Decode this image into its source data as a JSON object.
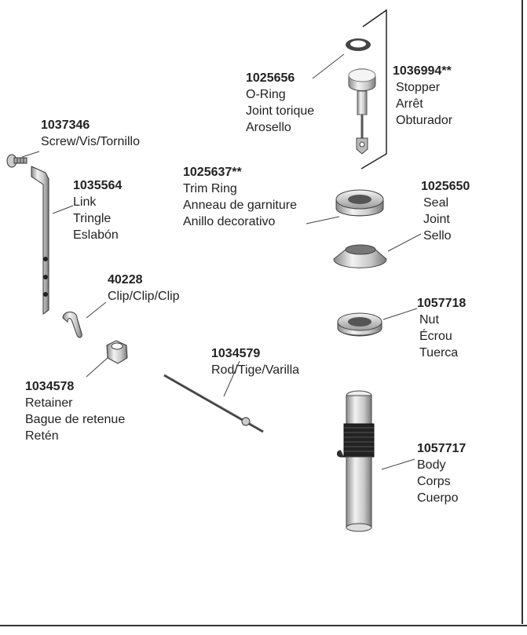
{
  "parts": [
    {
      "id": "o-ring",
      "number": "1025656",
      "names": [
        "O-Ring",
        "Joint torique",
        "Arosello"
      ]
    },
    {
      "id": "stopper",
      "number": "1036994**",
      "names": [
        "Stopper",
        "Arrêt",
        "Obturador"
      ]
    },
    {
      "id": "screw",
      "number": "1037346",
      "names": [
        "Screw/Vis/Tornillo"
      ]
    },
    {
      "id": "link",
      "number": "1035564",
      "names": [
        "Link",
        "Tringle",
        "Eslabón"
      ]
    },
    {
      "id": "trim-ring",
      "number": "1025637**",
      "names": [
        "Trim Ring",
        "Anneau de garniture",
        "Anillo decorativo"
      ]
    },
    {
      "id": "seal",
      "number": "1025650",
      "names": [
        "Seal",
        "Joint",
        "Sello"
      ]
    },
    {
      "id": "clip",
      "number": "40228",
      "names": [
        "Clip/Clip/Clip"
      ]
    },
    {
      "id": "nut",
      "number": "1057718",
      "names": [
        "Nut",
        "Écrou",
        "Tuerca"
      ]
    },
    {
      "id": "rod",
      "number": "1034579",
      "names": [
        "Rod/Tige/Varilla"
      ]
    },
    {
      "id": "retainer",
      "number": "1034578",
      "names": [
        "Retainer",
        "Bague de retenue",
        "Retén"
      ]
    },
    {
      "id": "body",
      "number": "1057717",
      "names": [
        "Body",
        "Corps",
        "Cuerpo"
      ]
    }
  ]
}
